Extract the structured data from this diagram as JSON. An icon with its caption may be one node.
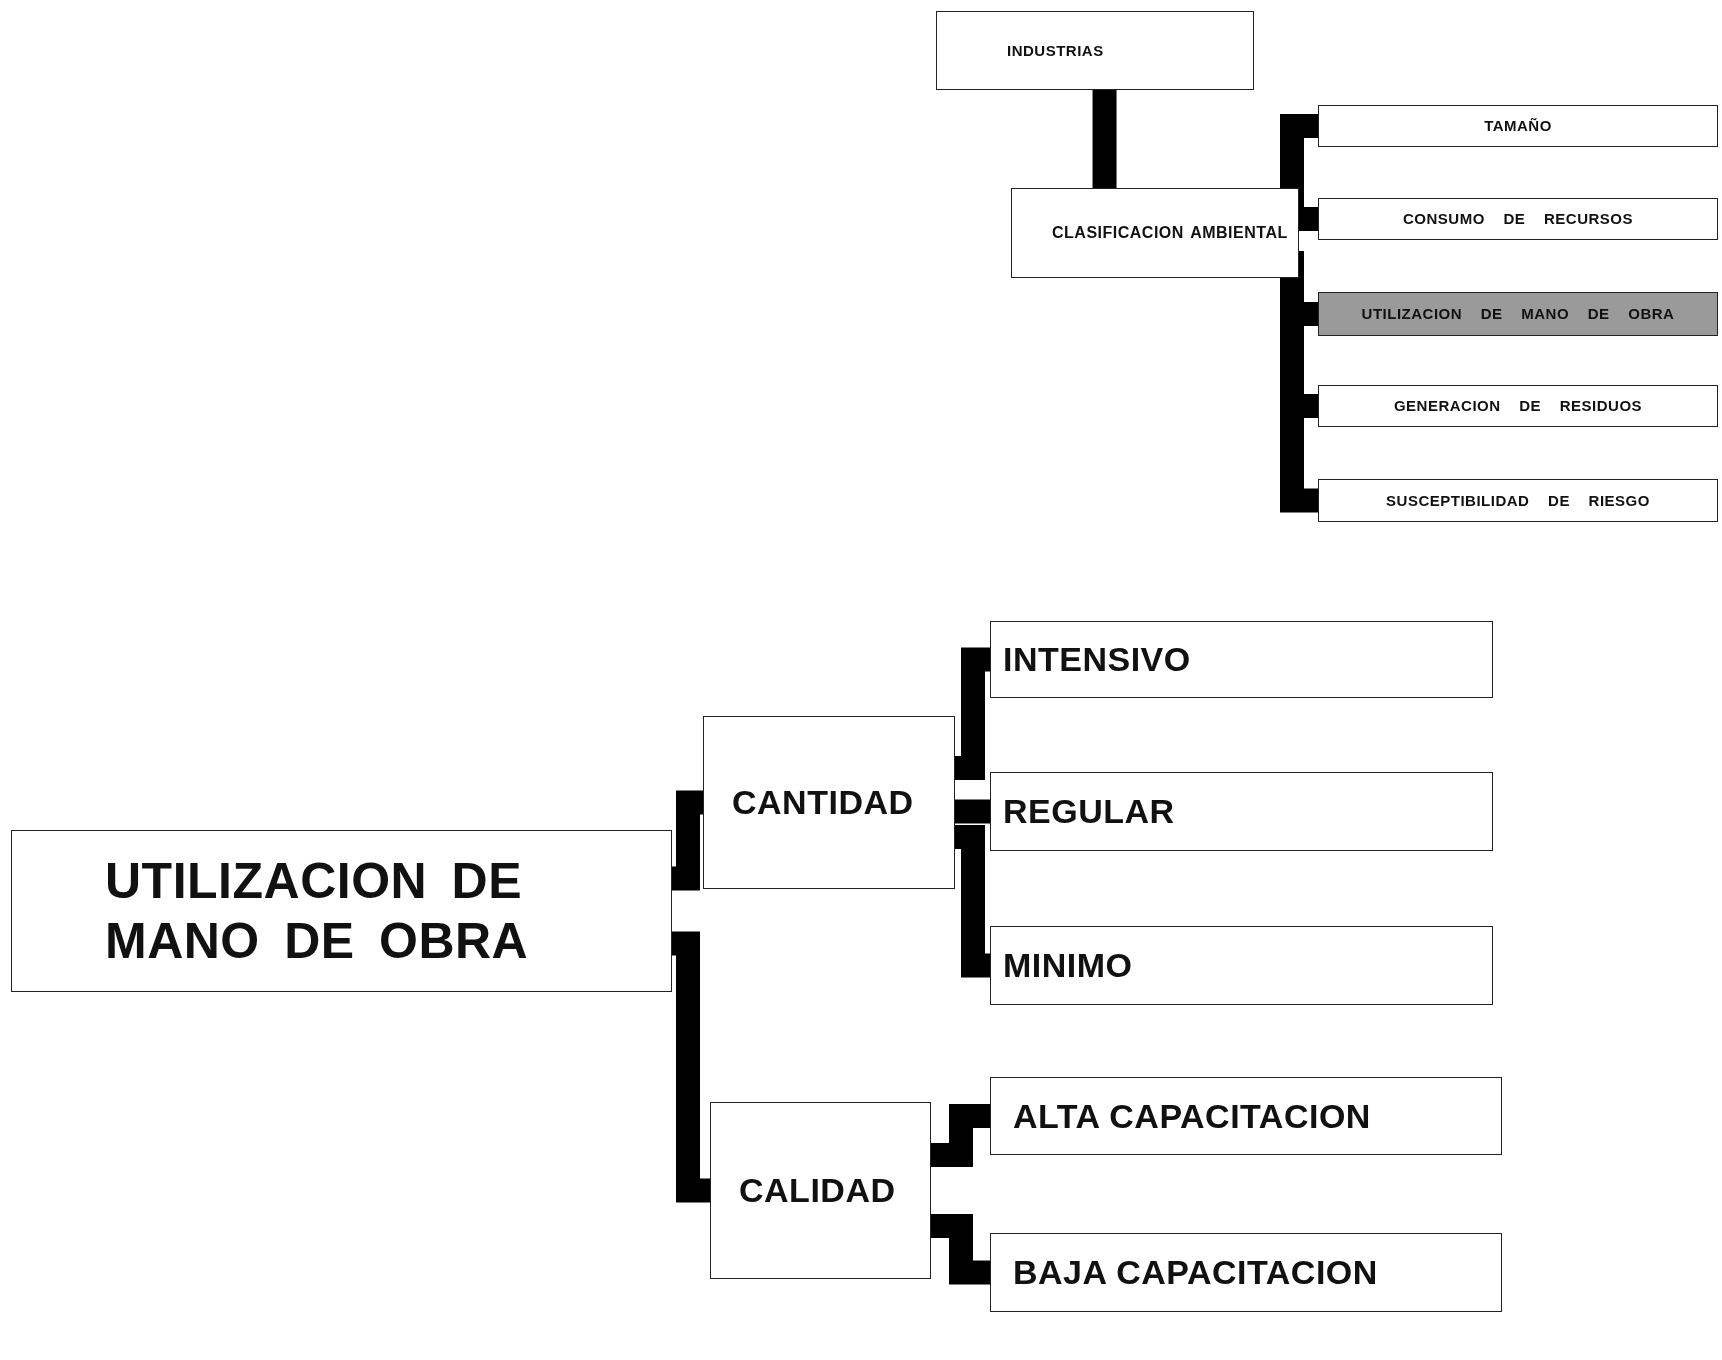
{
  "diagram": {
    "nodes": [
      {
        "text": [
          "INDUSTRIAS"
        ]
      },
      {
        "text": [
          "CLASIFICACION AMBIENTAL"
        ]
      },
      {
        "text": [
          "TAMAÑO"
        ]
      },
      {
        "text": [
          "CONSUMO DE RECURSOS"
        ]
      },
      {
        "text": [
          "UTILIZACION DE MANO DE OBRA"
        ]
      },
      {
        "text": [
          "GENERACION DE RESIDUOS"
        ]
      },
      {
        "text": [
          "SUSCEPTIBILIDAD DE RIESGO"
        ]
      },
      {
        "text": [
          "UTILIZACION DE MANO DE OBRA"
        ]
      },
      {
        "text": [
          "CANTIDAD"
        ]
      },
      {
        "text": [
          "INTENSIVO"
        ]
      },
      {
        "text": [
          "REGULAR"
        ]
      },
      {
        "text": [
          "MINIMO"
        ]
      },
      {
        "text": [
          "CALIDAD"
        ]
      },
      {
        "text": [
          "ALTA CAPACITACION"
        ]
      },
      {
        "text": [
          "BAJA CAPACITACION"
        ]
      }
    ],
    "edges": [
      {
        "from": 0,
        "to": 1,
        "arrow": "none"
      },
      {
        "from": 1,
        "to": 2,
        "arrow": "none"
      },
      {
        "from": 1,
        "to": 3,
        "arrow": "none"
      },
      {
        "from": 1,
        "to": 4,
        "arrow": "none"
      },
      {
        "from": 1,
        "to": 5,
        "arrow": "none"
      },
      {
        "from": 1,
        "to": 6,
        "arrow": "none"
      },
      {
        "from": 7,
        "to": 8,
        "arrow": "none"
      },
      {
        "from": 7,
        "to": 12,
        "arrow": "none"
      },
      {
        "from": 8,
        "to": 9,
        "arrow": "none"
      },
      {
        "from": 8,
        "to": 10,
        "arrow": "none"
      },
      {
        "from": 8,
        "to": 11,
        "arrow": "none"
      },
      {
        "from": 12,
        "to": 13,
        "arrow": "none"
      },
      {
        "from": 12,
        "to": 14,
        "arrow": "none"
      }
    ]
  }
}
